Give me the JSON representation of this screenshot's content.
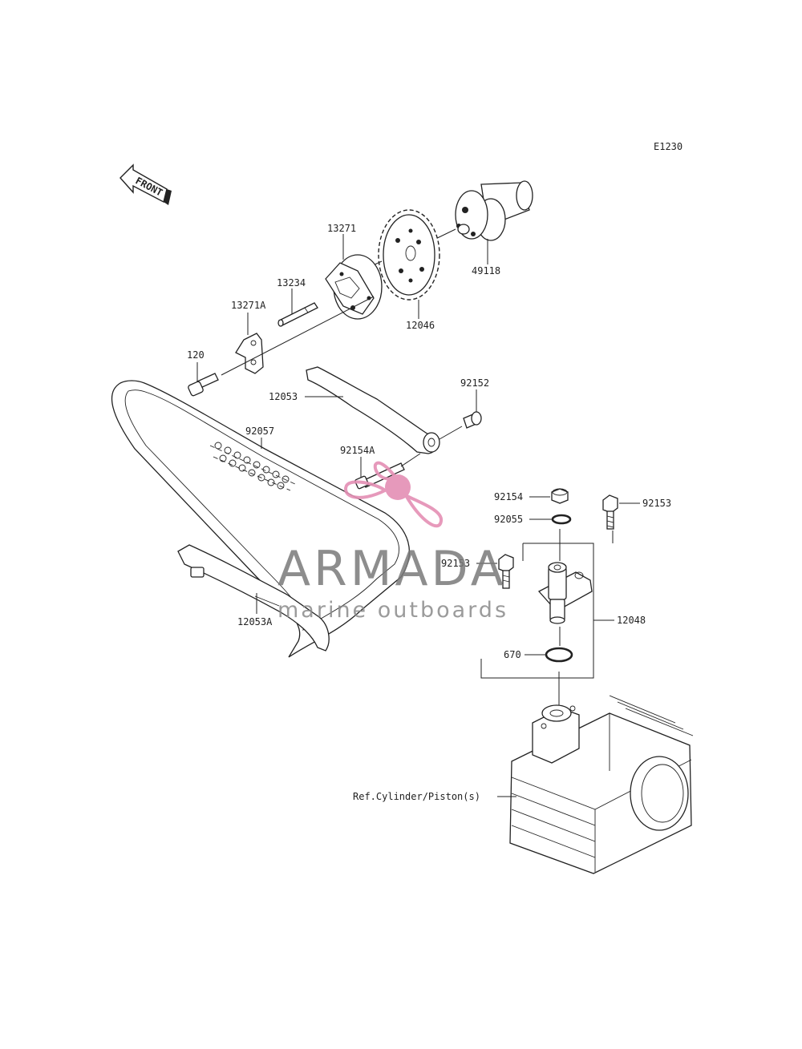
{
  "diagram_code": "E1230",
  "front_label": "FRONT",
  "parts": {
    "p13271": "13271",
    "p49118": "49118",
    "p13234": "13234",
    "p12046": "12046",
    "p13271A": "13271A",
    "p120": "120",
    "p92152": "92152",
    "p12053": "12053",
    "p92057": "92057",
    "p92154A": "92154A",
    "p92154": "92154",
    "p92153a": "92153",
    "p92055": "92055",
    "p92153b": "92153",
    "p12048": "12048",
    "p12053A": "12053A",
    "p670": "670",
    "ref_cylinder": "Ref.Cylinder/Piston(s)"
  },
  "watermark": {
    "title": "ARMADA",
    "subtitle": "marine outboards",
    "logo_color": "#e48fb4"
  }
}
